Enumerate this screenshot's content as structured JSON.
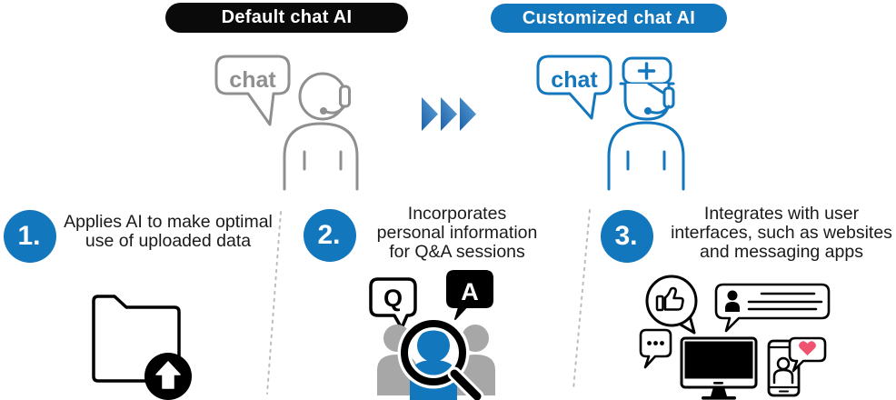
{
  "header": {
    "default_pill": "Default chat AI",
    "customized_pill": "Customized chat AI"
  },
  "top_illustration": {
    "left_bubble_text": "chat",
    "right_bubble_text": "chat"
  },
  "steps": [
    {
      "number": "1.",
      "lines": [
        "Applies AI to make optimal",
        "use of uploaded data"
      ]
    },
    {
      "number": "2.",
      "lines": [
        "Incorporates",
        "personal information",
        "for Q&A sessions"
      ]
    },
    {
      "number": "3.",
      "lines": [
        "Integrates with user",
        "interfaces, such as websites",
        "and messaging apps"
      ]
    }
  ],
  "qa_labels": {
    "question": "Q",
    "answer": "A"
  },
  "colors": {
    "accent_blue": "#1377bd",
    "pill_black": "#0a0a0a",
    "outline_gray": "#8f8f8f",
    "silhouette_gray": "#a7a7a7",
    "heart_pink": "#f0536f",
    "divider_gray": "#bdbdbd",
    "arrow_blue_dark": "#1f61a9",
    "arrow_blue_light": "#5da2d8"
  }
}
